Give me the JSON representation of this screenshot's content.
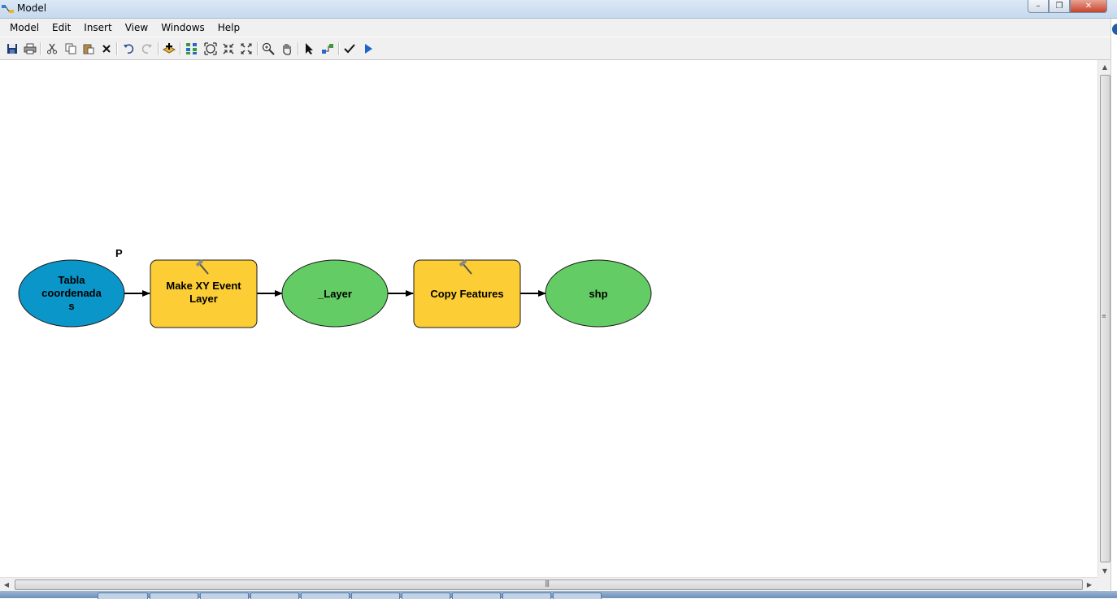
{
  "window": {
    "title": "Model",
    "min_symbol": "–",
    "restore_symbol": "❐",
    "close_symbol": "✕"
  },
  "menu": [
    "Model",
    "Edit",
    "Insert",
    "View",
    "Windows",
    "Help"
  ],
  "toolbar": {
    "icons": [
      "save-icon",
      "print-icon",
      "cut-icon",
      "copy-icon",
      "paste-icon",
      "delete-icon",
      "undo-icon",
      "redo-icon",
      "add-data-icon",
      "auto-layout-icon",
      "full-extent-icon",
      "fixed-zoom-in-icon",
      "fixed-zoom-out-icon",
      "zoom-in-icon",
      "pan-icon",
      "select-icon",
      "connect-icon",
      "validate-icon",
      "run-icon"
    ]
  },
  "diagram": {
    "colors": {
      "input_data": "#0a96c8",
      "tool": "#fccd34",
      "derived_data": "#64cc64"
    },
    "nodes": [
      {
        "id": "tabla",
        "type": "input-data",
        "label": "Tabla\ncoordenada\ns",
        "parameter_marker": "P"
      },
      {
        "id": "make-xy",
        "type": "tool",
        "label": "Make XY Event\nLayer"
      },
      {
        "id": "layer",
        "type": "derived-data",
        "label": "_Layer"
      },
      {
        "id": "copy-features",
        "type": "tool",
        "label": "Copy Features"
      },
      {
        "id": "shp",
        "type": "derived-data",
        "label": "shp"
      }
    ]
  }
}
